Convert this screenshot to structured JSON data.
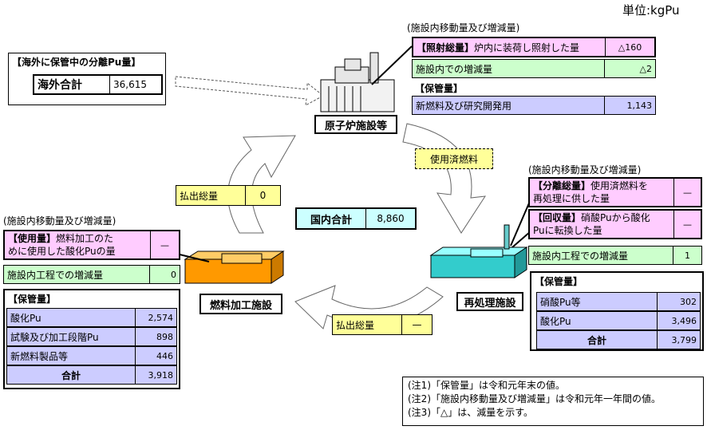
{
  "unit": "単位:kgPu",
  "overseas": {
    "heading": "【海外に保管中の分離Pu量】",
    "label": "海外合計",
    "value": "36,615"
  },
  "reactor": {
    "name": "原子炉施設等",
    "movement_title": "(施設内移動量及び増減量)",
    "irradiated_label_bold": "【照射総量】",
    "irradiated_label": "炉内に装荷し照射した量",
    "irradiated_value": "△160",
    "change_label": "施設内での増減量",
    "change_value": "△2",
    "storage_title": "【保管量】",
    "storage_label": "新燃料及び研究開発用",
    "storage_value": "1,143"
  },
  "spent_fuel_label": "使用済燃料",
  "domestic": {
    "label": "国内合計",
    "value": "8,860"
  },
  "fabrication_out": {
    "label": "払出総量",
    "value": "0"
  },
  "reprocessing_out": {
    "label": "払出総量",
    "value": "—"
  },
  "reprocessing": {
    "name": "再処理施設",
    "movement_title": "(施設内移動量及び増減量)",
    "separated_bold": "【分離総量】",
    "separated_line1": "使用済燃料を",
    "separated_line2": "再処理に供した量",
    "separated_value": "—",
    "recovered_bold": "【回収量】",
    "recovered_line1": "硝酸Puから酸化",
    "recovered_line2": "Puに転換した量",
    "recovered_value": "—",
    "process_label": "施設内工程での増減量",
    "process_value": "1",
    "storage_title": "【保管量】",
    "items": [
      {
        "label": "硝酸Pu等",
        "value": "302"
      },
      {
        "label": "酸化Pu",
        "value": "3,496"
      }
    ],
    "total_label": "合計",
    "total_value": "3,799"
  },
  "fabrication": {
    "name": "燃料加工施設",
    "movement_title": "(施設内移動量及び増減量)",
    "used_bold": "【使用量】",
    "used_line1": "燃料加工のた",
    "used_line2": "めに使用した酸化Puの量",
    "used_value": "—",
    "process_label": "施設内工程での増減量",
    "process_value": "0",
    "storage_title": "【保管量】",
    "items": [
      {
        "label": "酸化Pu",
        "value": "2,574"
      },
      {
        "label": "試験及び加工段階Pu",
        "value": "898"
      },
      {
        "label": "新燃料製品等",
        "value": "446"
      }
    ],
    "total_label": "合計",
    "total_value": "3,918"
  },
  "notes": [
    "(注1)「保管量」は令和元年末の値。",
    "(注2)「施設内移動量及び増減量」は令和元年一年間の値。",
    "(注3)「△」は、減量を示す。"
  ],
  "colors": {
    "pink": "#ffccff",
    "green": "#ccffcc",
    "lavender": "#ccccff",
    "yellow": "#ffff99",
    "orange": "#ff9900",
    "teal": "#33cccc"
  }
}
